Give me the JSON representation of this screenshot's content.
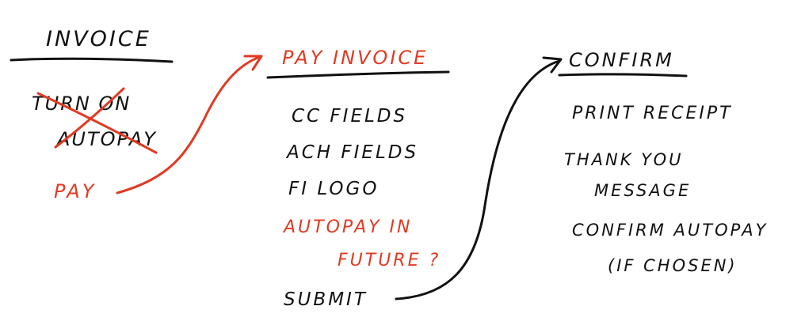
{
  "colors": {
    "ink": "#111111",
    "accent": "#e23a22"
  },
  "invoice": {
    "title": "INVOICE",
    "crossed_line1": "TURN ON",
    "crossed_line2": "AUTOPAY",
    "pay": "PAY"
  },
  "pay_invoice": {
    "title": "PAY INVOICE",
    "cc_fields": "CC FIELDS",
    "ach_fields": "ACH FIELDS",
    "fi_logo": "FI LOGO",
    "autopay_line1": "AUTOPAY IN",
    "autopay_line2": "FUTURE ?",
    "submit": "SUBMIT"
  },
  "confirm": {
    "title": "CONFIRM",
    "print_receipt": "PRINT RECEIPT",
    "thank_line1": "THANK YOU",
    "thank_line2": "MESSAGE",
    "confirm_line1": "CONFIRM AUTOPAY",
    "confirm_line2": "(IF CHOSEN)"
  }
}
